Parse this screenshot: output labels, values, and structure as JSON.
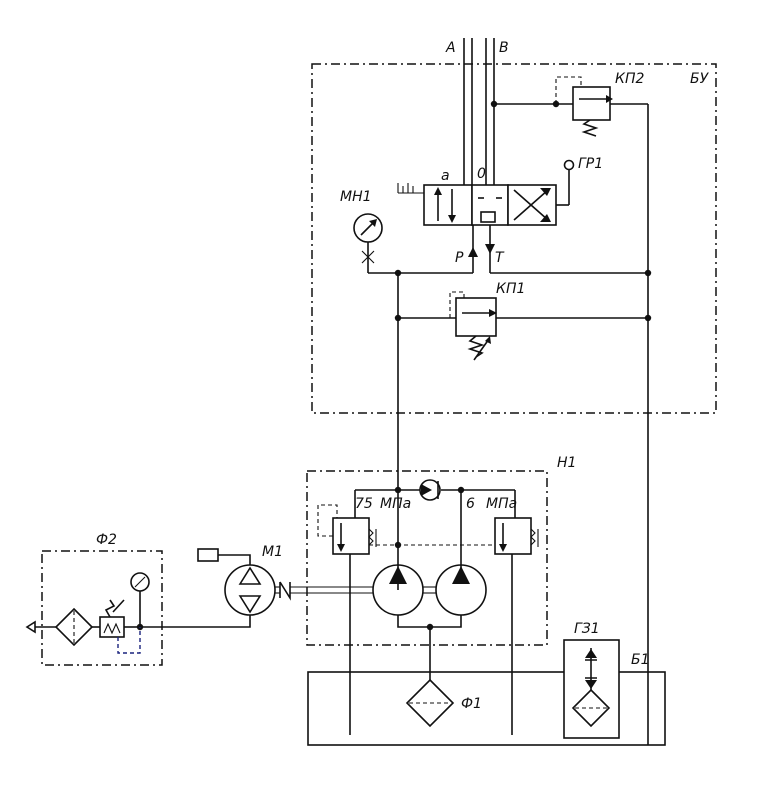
{
  "labels": {
    "port_a": "А",
    "port_b": "В",
    "relief_valve_2": "КП2",
    "control_block": "БУ",
    "pos_a": "а",
    "pos_0": "0",
    "valve_gr1": "ГР1",
    "gauge_mn1": "МН1",
    "port_p": "Р",
    "port_t": "Т",
    "relief_valve_1": "КП1",
    "pump_unit": "Н1",
    "pressure_75": "75",
    "pressure_6": "6",
    "unit_mpa_1": "МПа",
    "unit_mpa_2": "МПа",
    "motor_m1": "М1",
    "air_unit_f2": "Ф2",
    "filter_f1": "Ф1",
    "fill_cap_gz1": "ГЗ1",
    "tank_b1": "Б1"
  },
  "colors": {
    "line": "#111111",
    "drain_dashed": "#1a237e"
  }
}
